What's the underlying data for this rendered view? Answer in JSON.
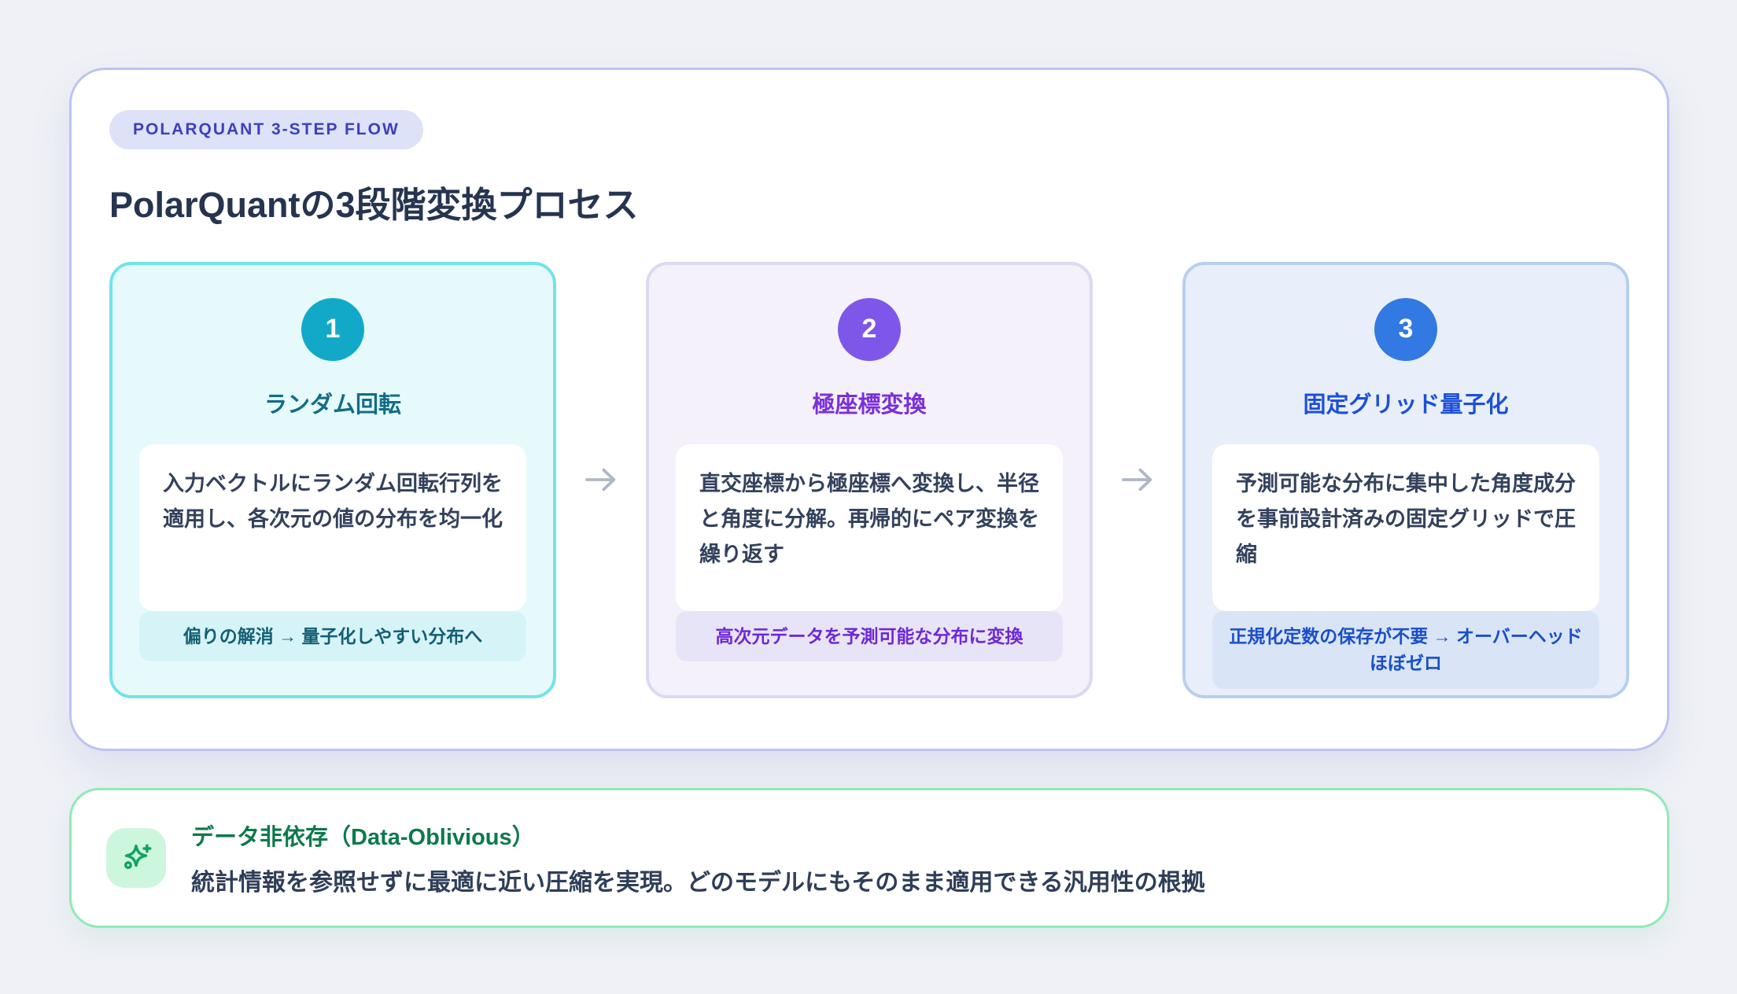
{
  "header": {
    "badge": "POLARQUANT 3-STEP FLOW",
    "title": "PolarQuantの3段階変換プロセス"
  },
  "steps": [
    {
      "number": "1",
      "title": "ランダム回転",
      "description": "入力ベクトルにランダム回転行列を適用し、各次元の値の分布を均一化",
      "note": "偏りの解消 → 量子化しやすい分布へ",
      "accent_color": "#12a9c9"
    },
    {
      "number": "2",
      "title": "極座標変換",
      "description": "直交座標から極座標へ変換し、半径と角度に分解。再帰的にペア変換を繰り返す",
      "note": "高次元データを予測可能な分布に変換",
      "accent_color": "#7e57ea"
    },
    {
      "number": "3",
      "title": "固定グリッド量子化",
      "description": "予測可能な分布に集中した角度成分を事前設計済みの固定グリッドで圧縮",
      "note": "正規化定数の保存が不要 → オーバーヘッドほぼゼロ",
      "accent_color": "#3379e3"
    }
  ],
  "footer": {
    "title": "データ非依存（Data-Oblivious）",
    "description": "統計情報を参照せずに最適に近い圧縮を実現。どのモデルにもそのまま適用できる汎用性の根拠",
    "icon": "sparkles-icon",
    "accent_color": "#2fbf7a"
  },
  "colors": {
    "page_background": "#eff1f6",
    "panel_border": "#bdc3f2",
    "footer_border": "#8feab6",
    "arrow": "#b0b7c5",
    "badge_background": "#dde2f9",
    "badge_text": "#3d3fbd",
    "title_text": "#263450",
    "body_text": "#33415c"
  }
}
